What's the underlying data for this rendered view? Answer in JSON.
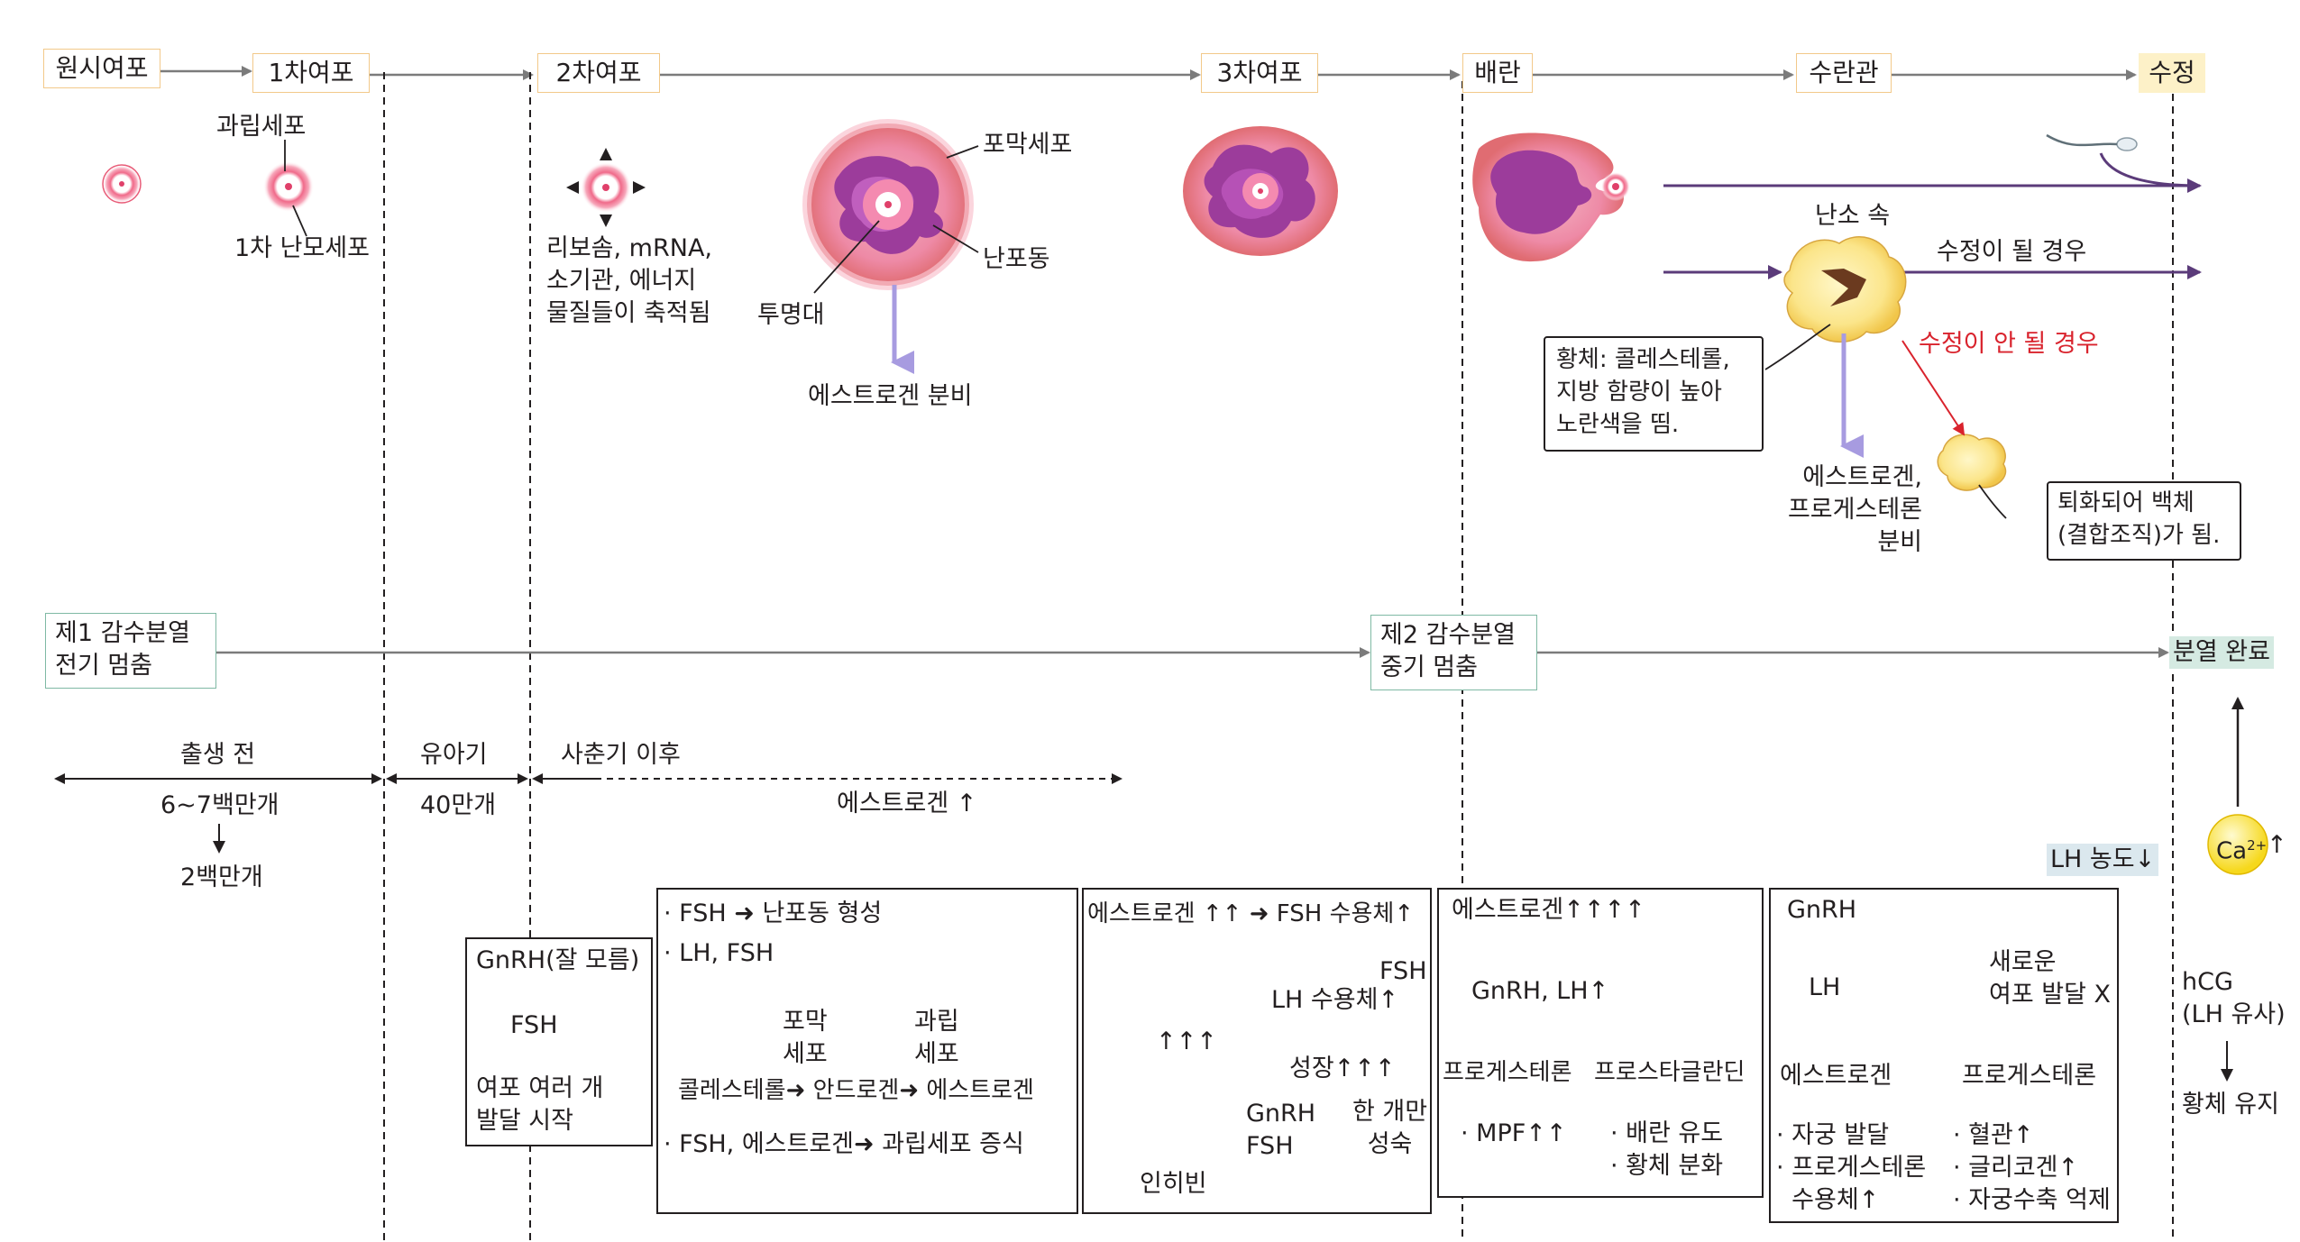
{
  "stages": [
    "원시여포",
    "1차여포",
    "2차여포",
    "3차여포",
    "배란",
    "수란관",
    "수정"
  ],
  "follicle_labels": {
    "granulosa": "과립세포",
    "primary_oocyte": "1차 난모세포",
    "secondary_note": [
      "리보솜, mRNA,",
      "소기관, 에너지",
      "물질들이 축적됨"
    ],
    "theca": "포막세포",
    "antrum": "난포동",
    "zona": "투명대",
    "estrogen_secretion": "에스트로겐 분비"
  },
  "luteal": {
    "in_ovary": "난소 속",
    "if_fertilized": "수정이 될 경우",
    "if_not_fertilized": "수정이 안 될 경우",
    "corpus_luteum_note": [
      "황체: 콜레스테롤,",
      "지방 함량이 높아",
      "노란색을 띰."
    ],
    "hormone_secretion": [
      "에스트로겐,",
      "프로게스테론",
      "분비"
    ],
    "albicans_note": [
      "퇴화되어 백체",
      "(결합조직)가 됨."
    ]
  },
  "meiosis": {
    "meiosis1": [
      "제1 감수분열",
      "전기 멈춤"
    ],
    "meiosis2": [
      "제2 감수분열",
      "중기 멈춤"
    ],
    "complete": "분열 완료"
  },
  "periods": {
    "prenatal": "출생 전",
    "prenatal_count": "6~7백만개",
    "prenatal_count2": "2백만개",
    "childhood": "유아기",
    "childhood_count": "40만개",
    "puberty": "사춘기 이후",
    "estrogen_up": "에스트로겐 ↑"
  },
  "ca": {
    "label": "Ca",
    "sup": "2+",
    "arrow": "↑"
  },
  "lh_level": "LH 농도↓",
  "panel1": {
    "gnrh": "GnRH(잘 모름)",
    "fsh": "FSH",
    "result": [
      "여포 여러 개",
      "발달 시작"
    ]
  },
  "panel2": {
    "line1": "· FSH ➜ 난포동 형성",
    "line2": "· LH, FSH",
    "theca": [
      "포막",
      "세포"
    ],
    "granulosa": [
      "과립",
      "세포"
    ],
    "chain": "콜레스테롤➜ 안드로겐➜ 에스트로겐",
    "line4": "· FSH, 에스트로겐➜ 과립세포 증식"
  },
  "panel3": {
    "top": "에스트로겐 ↑↑ ➜ FSH 수용체↑",
    "fsh_loop": "FSH",
    "lh_receptor": "LH 수용체↑",
    "growth": "성장↑↑↑",
    "arrows": "↑↑↑",
    "gnrh": "GnRH",
    "fsh": "FSH",
    "result": [
      "한 개만",
      "성숙"
    ],
    "inhibin": "인히빈"
  },
  "panel4": {
    "top": "에스트로겐↑↑↑↑",
    "gnrh_lh": "GnRH, LH↑",
    "progesterone": "프로게스테론",
    "prostaglandin": "프로스타글란딘",
    "mpf": "· MPF↑↑",
    "ovulation": [
      "· 배란 유도",
      "· 황체 분화"
    ]
  },
  "panel5": {
    "gnrh": "GnRH",
    "lh": "LH",
    "new_follicle": [
      "새로운",
      "여포 발달 X"
    ],
    "estrogen": "에스트로겐",
    "progesterone": "프로게스테론",
    "estrogen_effects": [
      "· 자궁 발달",
      "· 프로게스테론",
      "  수용체↑"
    ],
    "progesterone_effects": [
      "· 혈관↑",
      "· 글리코겐↑",
      "· 자궁수축 억제"
    ]
  },
  "hcg": {
    "label": [
      "hCG",
      "(LH 유사)"
    ],
    "result": "황체 유지"
  },
  "colors": {
    "red": "#d9232d",
    "lavender": "#a79be0",
    "purple": "#5b3b7a",
    "blue": "#2f9fe0",
    "stage_border": "#f2c98a",
    "meiosis_border": "#7fb9a4"
  }
}
